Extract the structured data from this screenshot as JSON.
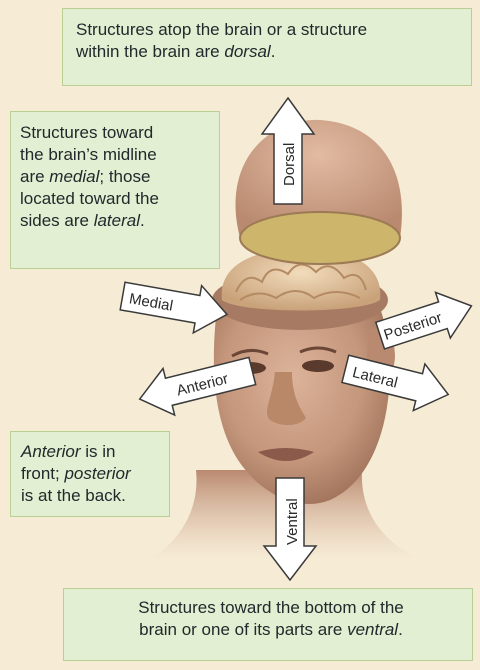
{
  "callouts": {
    "dorsal": {
      "line1": "Structures atop the brain or a structure",
      "line2_pre": "within the brain are ",
      "line2_em": "dorsal",
      "line2_post": "."
    },
    "medial": {
      "line1": "Structures toward",
      "line2": "the brain’s midline",
      "line3_pre": "are ",
      "line3_em": "medial",
      "line3_post": "; those",
      "line4": "located toward the",
      "line5_pre": "sides are ",
      "line5_em": "lateral",
      "line5_post": "."
    },
    "anterior": {
      "line1_em": "Anterior",
      "line1_post": " is in",
      "line2_pre": "front; ",
      "line2_em": "posterior",
      "line3": "is at the back."
    },
    "ventral": {
      "line1": "Structures toward the bottom of the",
      "line2_pre": "brain or one of its parts are ",
      "line2_em": "ventral",
      "line2_post": "."
    }
  },
  "arrows": {
    "dorsal": "Dorsal",
    "ventral": "Ventral",
    "medial": "Medial",
    "lateral": "Lateral",
    "anterior": "Anterior",
    "posterior": "Posterior"
  },
  "colors": {
    "background": "#f6ecd6",
    "callout_fill": "#e3efd2",
    "callout_border": "#b9cf93",
    "arrow_fill": "#ffffff",
    "arrow_stroke": "#3a3a3a",
    "skin": "#caa087",
    "brain": "#e6c9a3",
    "skull_inner": "#cdb56b"
  }
}
